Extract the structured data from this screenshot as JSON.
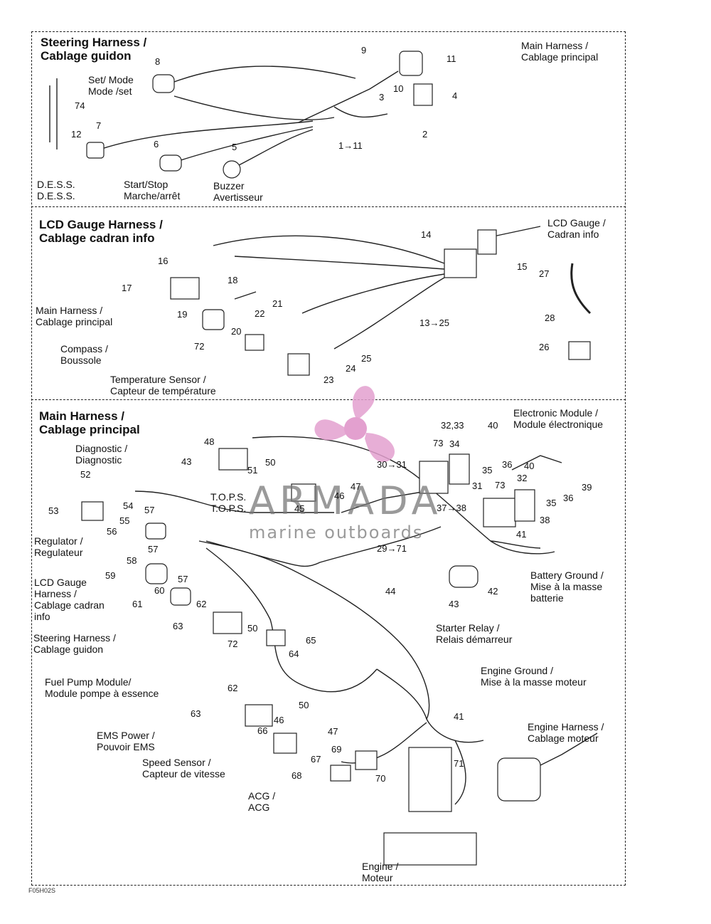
{
  "sections": [
    {
      "title_line1": "Steering Harness /",
      "title_line2": "Cablage guidon"
    },
    {
      "title_line1": "LCD Gauge Harness /",
      "title_line2": "Cablage cadran info"
    },
    {
      "title_line1": "Main Harness /",
      "title_line2": "Cablage principal"
    }
  ],
  "steering": {
    "labels": {
      "main_harness": [
        "Main Harness  /",
        "Cablage principal"
      ],
      "set_mode": [
        "Set/ Mode",
        "Mode /set"
      ],
      "dess": [
        "D.E.S.S.",
        "D.E.S.S."
      ],
      "start_stop": [
        "Start/Stop",
        "Marche/arrêt"
      ],
      "buzzer": [
        "Buzzer",
        "Avertisseur"
      ]
    },
    "numbers": [
      "8",
      "9",
      "11",
      "10",
      "3",
      "4",
      "2",
      "1→11",
      "74",
      "12",
      "7",
      "6",
      "5"
    ]
  },
  "lcd": {
    "labels": {
      "lcd_gauge": [
        "LCD Gauge /",
        "Cadran info"
      ],
      "main_harness": [
        "Main Harness /",
        "Cablage principal"
      ],
      "compass": [
        "Compass /",
        "Boussole"
      ],
      "temp_sensor": [
        "Temperature Sensor /",
        "Capteur de température"
      ]
    },
    "numbers": [
      "14",
      "15",
      "27",
      "28",
      "26",
      "16",
      "18",
      "17",
      "21",
      "22",
      "19",
      "20",
      "72",
      "13→25",
      "25",
      "24",
      "23"
    ]
  },
  "main": {
    "labels": {
      "electronic_module": [
        "Electronic Module /",
        "Module électronique"
      ],
      "diagnostic": [
        "Diagnostic /",
        "Diagnostic"
      ],
      "tops": [
        "T.O.P.S.",
        "T.O.P.S."
      ],
      "regulator": [
        "Regulator /",
        "Regulateur"
      ],
      "lcd_gauge_harness": [
        "LCD Gauge",
        "Harness /",
        "Cablage cadran",
        "info"
      ],
      "battery_ground": [
        "Battery Ground /",
        "Mise à la masse",
        "batterie"
      ],
      "starter_relay": [
        "Starter Relay /",
        "Relais démarreur"
      ],
      "steering_harness": [
        "Steering Harness /",
        "Cablage guidon"
      ],
      "fuel_pump": [
        "Fuel Pump Module/",
        "Module pompe à essence"
      ],
      "engine_ground": [
        "Engine Ground /",
        "Mise à la masse moteur"
      ],
      "engine_harness": [
        "Engine Harness /",
        "Cablage moteur"
      ],
      "ems_power": [
        "EMS Power /",
        "Pouvoir EMS"
      ],
      "speed_sensor": [
        "Speed Sensor /",
        "Capteur de vitesse"
      ],
      "acg": [
        "ACG /",
        "ACG"
      ],
      "engine": [
        "Engine /",
        "Moteur"
      ]
    },
    "numbers": [
      "32,33",
      "40",
      "34",
      "73",
      "48",
      "43",
      "51",
      "50",
      "30→31",
      "35",
      "36",
      "31",
      "40",
      "32",
      "39",
      "36",
      "35",
      "52",
      "47",
      "45",
      "46",
      "73",
      "37→38",
      "38",
      "53",
      "54",
      "57",
      "55",
      "41",
      "56",
      "29→71",
      "57",
      "58",
      "57",
      "59",
      "60",
      "44",
      "42",
      "43",
      "61",
      "62",
      "63",
      "50",
      "72",
      "64",
      "65",
      "62",
      "50",
      "63",
      "41",
      "46",
      "47",
      "66",
      "69",
      "67",
      "71",
      "68",
      "70"
    ]
  },
  "watermark": {
    "brand": "ARMADA",
    "tagline": "marine outboards",
    "accent_color": "#e3a0cf"
  },
  "figure_code": "F05H02S"
}
